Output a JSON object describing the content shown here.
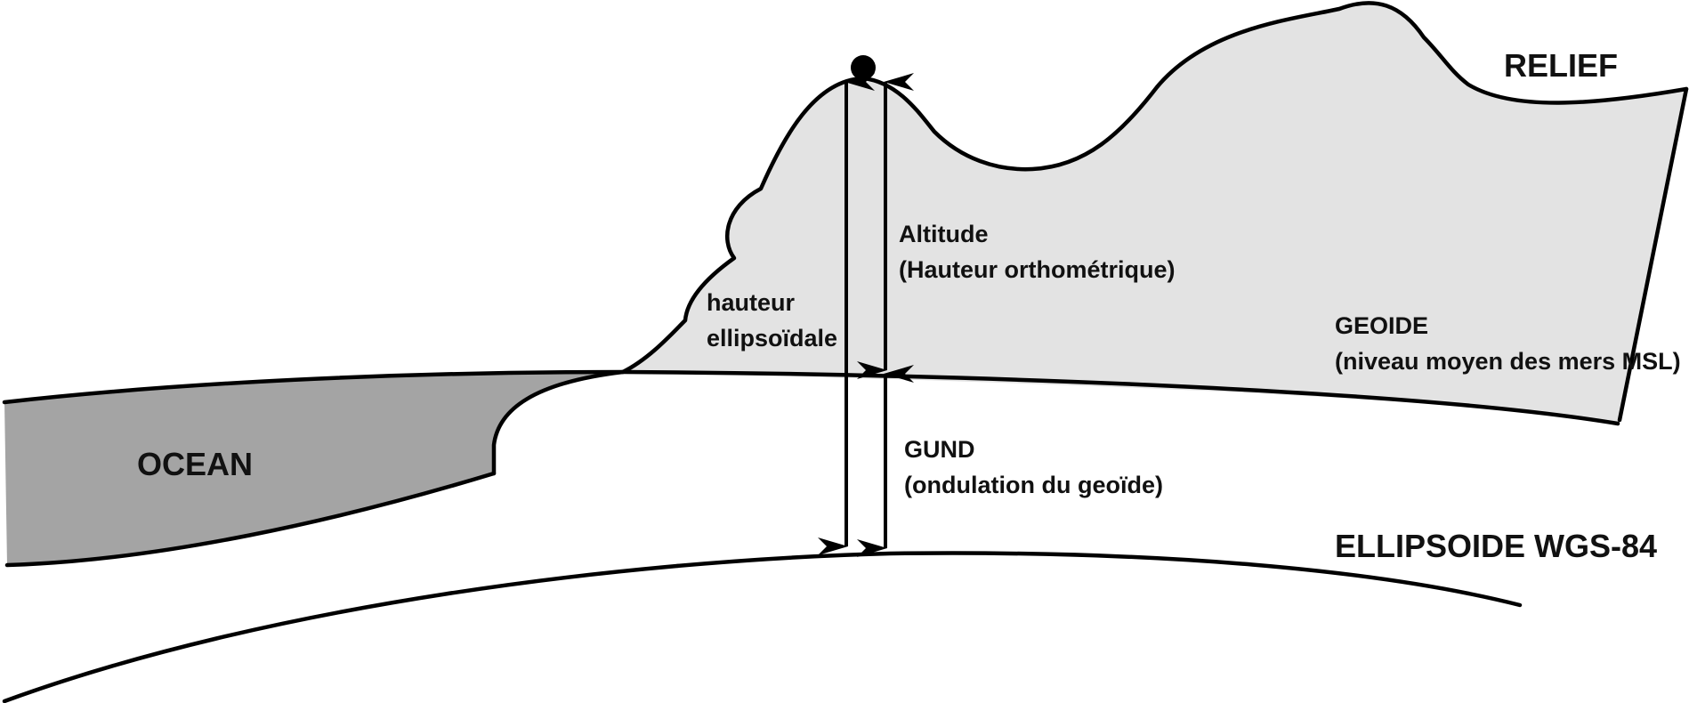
{
  "colors": {
    "land_fill": "#e3e3e3",
    "ocean_fill": "#a4a4a4",
    "stroke": "#000000",
    "background": "#ffffff"
  },
  "labels": {
    "relief": "RELIEF",
    "ocean": "OCEAN",
    "geoide": "GEOIDE",
    "geoide_sub": "(niveau moyen des mers MSL)",
    "ellipsoide": "ELLIPSOIDE WGS-84",
    "altitude": "Altitude",
    "altitude_sub": "(Hauteur orthométrique)",
    "hauteur": "hauteur",
    "hauteur_sub": "ellipsoïdale",
    "gund": "GUND",
    "gund_sub": "(ondulation du geoïde)"
  }
}
